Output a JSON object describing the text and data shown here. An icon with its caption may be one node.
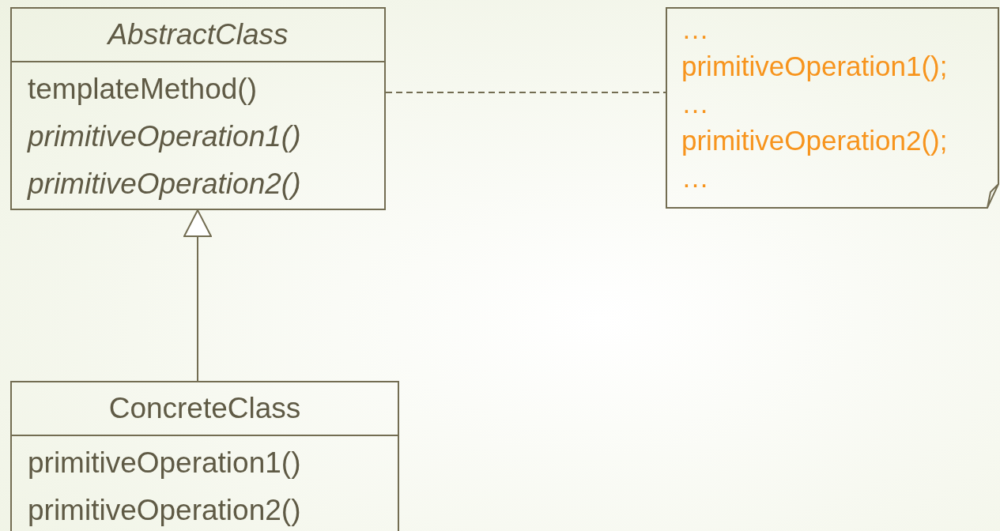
{
  "diagram": {
    "nodes": [
      {
        "text": [
          "AbstractClass",
          "templateMethod()",
          "primitiveOperation1()",
          "primitiveOperation2()"
        ]
      },
      {
        "text": [
          "…",
          "primitiveOperation1();",
          "…",
          "primitiveOperation2();",
          "…"
        ]
      },
      {
        "text": [
          "ConcreteClass",
          "primitiveOperation1()",
          "primitiveOperation2()"
        ]
      }
    ],
    "edges": [
      {
        "from": 2,
        "to": 0,
        "arrow": "to"
      },
      {
        "from": 0,
        "to": 1,
        "arrow": "none",
        "style": "dashed"
      }
    ]
  }
}
